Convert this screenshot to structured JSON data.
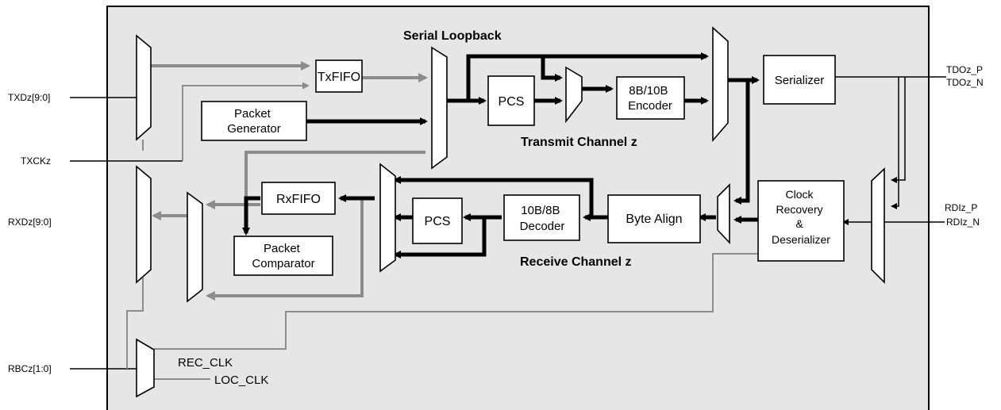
{
  "pins": {
    "txd": "TXDz[9:0]",
    "txck": "TXCKz",
    "rxd": "RXDz[9:0]",
    "rbc": "RBCz[1:0]",
    "tdo_p": "TDOz_P",
    "tdo_n": "TDOz_N",
    "rdi_p": "RDIz_P",
    "rdi_n": "RDIz_N"
  },
  "blocks": {
    "txfifo": "TxFIFO",
    "packet_generator": [
      "Packet",
      "Generator"
    ],
    "pcs_tx": "PCS",
    "encoder": [
      "8B/10B",
      "Encoder"
    ],
    "serializer": "Serializer",
    "rxfifo": "RxFIFO",
    "packet_comparator": [
      "Packet",
      "Comparator"
    ],
    "pcs_rx": "PCS",
    "decoder": [
      "10B/8B",
      "Decoder"
    ],
    "byte_align": "Byte Align",
    "clock_recovery": [
      "Clock",
      "Recovery",
      "&",
      "Deserializer"
    ]
  },
  "labels": {
    "serial_loopback": "Serial Loopback",
    "transmit_channel": "Transmit Channel z",
    "receive_channel": "Receive Channel z",
    "rec_clk": "REC_CLK",
    "loc_clk": "LOC_CLK"
  }
}
